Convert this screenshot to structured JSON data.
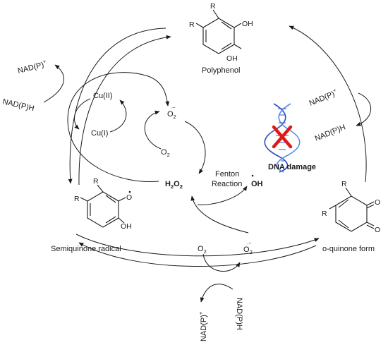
{
  "compounds": {
    "polyphenol": {
      "name": "Polyphenol",
      "substituent_1": "R",
      "substituent_2": "R",
      "group_1": "OH",
      "group_2": "OH"
    },
    "semiquinone": {
      "name": "Semiquinone radical",
      "substituent_1": "R",
      "substituent_2": "R",
      "radical_oxygen": "O",
      "group_oh": "OH"
    },
    "quinone": {
      "name": "o-quinone form",
      "substituent_1": "R",
      "substituent_2": "R",
      "carbonyl_1": "O",
      "carbonyl_2": "O"
    }
  },
  "cofactors": {
    "top_left_oxidized": "NAD(P)",
    "top_left_oxidized_sup": "+",
    "top_left_reduced": "NAD(P)H",
    "right_oxidized": "NAD(P)",
    "right_oxidized_sup": "+",
    "right_reduced": "NAD(P)H",
    "bottom_oxidized": "NAD(P)",
    "bottom_oxidized_sup": "+",
    "bottom_reduced": "NAD(P)H"
  },
  "copper": {
    "oxidized": "Cu(II)",
    "reduced": "Cu(I)"
  },
  "species": {
    "superoxide_top": "O",
    "superoxide_top_sub": "2",
    "superoxide_top_sup": "·−",
    "oxygen_top": "O",
    "oxygen_top_sub": "2",
    "hydrogen_peroxide_1": "H",
    "hydrogen_peroxide_sub1": "2",
    "hydrogen_peroxide_2": "O",
    "hydrogen_peroxide_sub2": "2",
    "hydroxyl_radical": "OH",
    "oxygen_bottom": "O",
    "oxygen_bottom_sub": "2",
    "superoxide_bottom": "O",
    "superoxide_bottom_sub": "2",
    "superoxide_bottom_sup": "·−"
  },
  "reaction": {
    "line_1": "Fenton",
    "line_2": "Reaction"
  },
  "outcome": {
    "label": "DNA damage"
  },
  "colors": {
    "dna_strand_dark": "#2a49c8",
    "dna_strand_light": "#5a8ae8",
    "cross_mark": "#e01818",
    "ink": "#1a1a1a"
  }
}
